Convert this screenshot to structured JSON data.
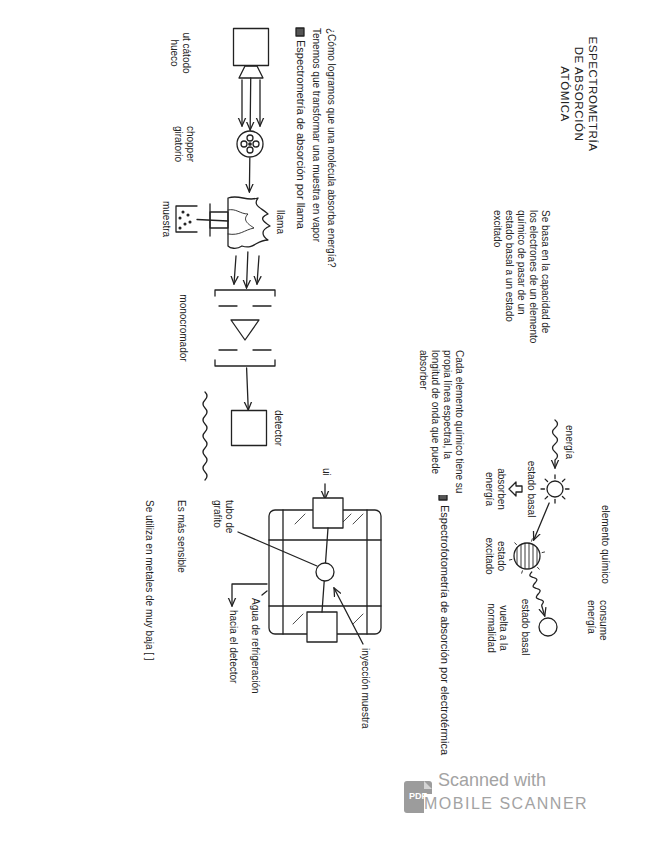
{
  "diagram": {
    "title": "ESPECTROMETRÍA DE ABSORCIÓN ATÓMICA",
    "nodes": [
      {
        "text": [
          "estado basal"
        ]
      },
      {
        "text": [
          "estado excitado"
        ]
      },
      {
        "text": [
          "estado basal"
        ]
      },
      {
        "text": [
          "ut cátodo hueco"
        ]
      },
      {
        "text": [
          "chopper giratorio"
        ]
      },
      {
        "text": [
          "llama"
        ]
      },
      {
        "text": [
          "muestra"
        ]
      },
      {
        "text": [
          "monocromador"
        ]
      },
      {
        "text": [
          "detector"
        ]
      }
    ],
    "edges": [
      {
        "from": 0,
        "to": 1,
        "arrow": "to"
      },
      {
        "from": 1,
        "to": 2,
        "arrow": "to"
      },
      {
        "from": 3,
        "to": 4,
        "arrow": "to"
      },
      {
        "from": 4,
        "to": 5,
        "arrow": "to"
      },
      {
        "from": 6,
        "to": 5,
        "arrow": "none"
      },
      {
        "from": 5,
        "to": 7,
        "arrow": "to"
      },
      {
        "from": 7,
        "to": 8,
        "arrow": "to"
      }
    ],
    "labels": [
      "Se basa en la capacidad de los electrones de un elemento químico de pasar de un estado basal a un estado excitado",
      "elemento químico",
      "consume energía",
      "energía",
      "absorben energía",
      "vuelta a la normalidad",
      "Cada elemento químico tiene su propia línea espectral, la longitud de onda que puede absorber",
      "Espectrofotometría de absorción por electrotérmica",
      "¿Cómo logramos que una molécula absorba energía?",
      "Tenemos que transformar una muestra en vapor",
      "Espectrometría de absorción por llama",
      "ui",
      "inyección muestra",
      "Agua de refrigeración",
      "hacia el detector",
      "tubo de grafito",
      "Es más sensible",
      "Se utiliza en metales de muy baja [ ]",
      "PDF",
      "Scanned with",
      "MOBILE SCANNER"
    ]
  }
}
